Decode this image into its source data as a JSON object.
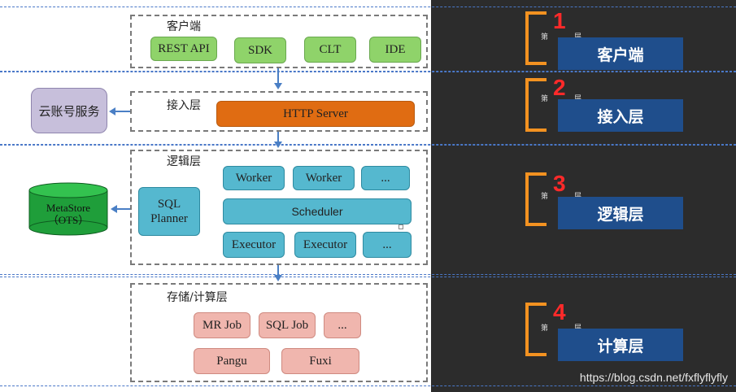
{
  "client": {
    "title": "客户端",
    "buttons": [
      "REST API",
      "SDK",
      "CLT",
      "IDE"
    ]
  },
  "access": {
    "title": "接入层",
    "http_server": "HTTP Server",
    "cloud_account": "云账号服务"
  },
  "logic": {
    "title": "逻辑层",
    "sql_planner": "SQL\nPlanner",
    "worker_1": "Worker",
    "worker_2": "Worker",
    "worker_more": "...",
    "scheduler": "Scheduler",
    "executor_1": "Executor",
    "executor_2": "Executor",
    "executor_more": "...",
    "metastore": "MetaStore\n（OTS）"
  },
  "storage": {
    "title": "存储/计算层",
    "mr_job": "MR Job",
    "sql_job": "SQL Job",
    "more": "...",
    "pangu": "Pangu",
    "fuxi": "Fuxi"
  },
  "layers": [
    {
      "num": "1",
      "di": "第",
      "ceng": "层",
      "label": "客户端"
    },
    {
      "num": "2",
      "di": "第",
      "ceng": "层",
      "label": "接入层"
    },
    {
      "num": "3",
      "di": "第",
      "ceng": "层",
      "label": "逻辑层"
    },
    {
      "num": "4",
      "di": "第",
      "ceng": "层",
      "label": "计算层"
    }
  ],
  "watermark": "https://blog.csdn.net/fxflyflyfly",
  "colors": {
    "client_buttons": "#8fd36a",
    "http_server": "#e06c12",
    "logic_boxes": "#55b8cf",
    "storage_boxes": "#f0b6ae",
    "cloud_account": "#c7bfdb",
    "metastore": "#1f9e3a",
    "layer_tag": "#1f4e8c",
    "bracket": "#f39221",
    "layer_number": "#ff2a2a"
  }
}
